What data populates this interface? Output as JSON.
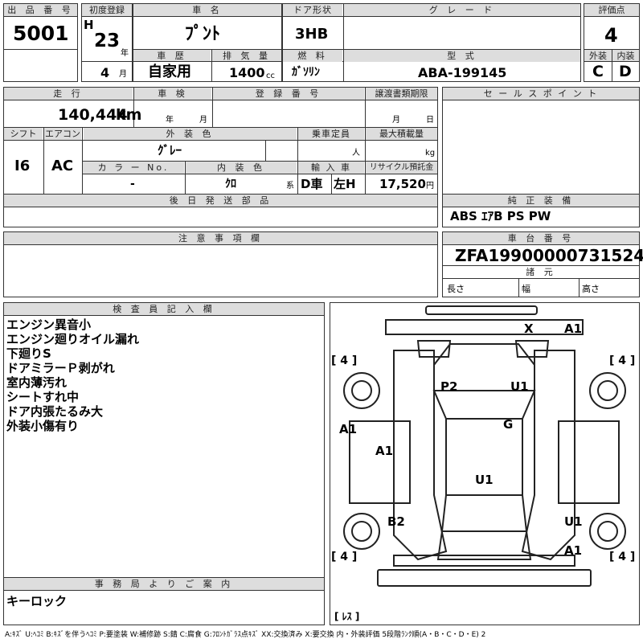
{
  "header": {
    "lot_no_label": "出 品 番 号",
    "lot_no": "5001",
    "first_reg_label": "初度登録",
    "era": "H",
    "year": "23",
    "year_unit": "年",
    "month": "4",
    "month_unit": "月",
    "car_name_label": "車 名",
    "car_name": "ﾌﾟﾝﾄ",
    "door_label": "ドア形状",
    "door": "3HB",
    "grade_label": "グ レ ー ド",
    "grade": "",
    "score_label": "評価点",
    "score": "4",
    "history_label": "車 歴",
    "history": "自家用",
    "displacement_label": "排 気 量",
    "displacement": "1400",
    "displacement_unit": "cc",
    "fuel_label": "燃 料",
    "fuel": "ｶﾞｿﾘﾝ",
    "model_label": "型 式",
    "model": "ABA-199145",
    "exterior_label": "外装",
    "exterior": "C",
    "interior_label": "内装",
    "interior": "D"
  },
  "row2": {
    "mileage_label": "走 行",
    "mileage": "140,444",
    "mileage_unit": "km",
    "inspection_label": "車 検",
    "insp_year_unit": "年",
    "insp_month_unit": "月",
    "reg_no_label": "登 録 番 号",
    "transfer_label": "譲渡書類期限",
    "transfer_month_unit": "月",
    "transfer_day_unit": "日",
    "sales_point_label": "セ ー ル ス ポ イ ン ト",
    "shift_label": "シフト",
    "shift": "I6",
    "ac_label": "エアコン",
    "ac": "AC",
    "ext_color_label": "外 装 色",
    "ext_color": "ｸﾞﾚｰ",
    "capacity_label": "乗車定員",
    "capacity_unit": "人",
    "max_load_label": "最大積載量",
    "max_load_unit": "kg",
    "color_no_label": "カ ラ ー No.",
    "color_no": "-",
    "int_color_label": "内 装 色",
    "int_color": "ｸﾛ",
    "int_color_unit": "系",
    "import_label": "輸 入 車",
    "import_d": "D車",
    "import_h": "左H",
    "recycle_label": "リサイクル預託金",
    "recycle": "17,520",
    "recycle_unit": "円"
  },
  "later_parts_label": "後 日 発 送 部 品",
  "genuine_label": "純 正 装 備",
  "genuine": "ABS ｴｱB PS PW",
  "notes_label": "注 意 事 項 欄",
  "chassis_label": "車 台 番 号",
  "chassis": "ZFA19900000731524",
  "specs_label": "諸 元",
  "length_label": "長さ",
  "width_label": "幅",
  "height_label": "高さ",
  "inspector_label": "検 査 員 記 入 欄",
  "remarks": [
    "エンジン異音小",
    "エンジン廻りオイル漏れ",
    "下廻りS",
    "ドアミラーＰ剥がれ",
    "室内薄汚れ",
    "シートすれ中",
    "ドア内張たるみ大",
    "外装小傷有り"
  ],
  "office_label": "事 務 局 よ り ご 案 内",
  "office_note": "キーロック",
  "diagram": {
    "marks": {
      "x": "X",
      "a1_top": "A1",
      "p2": "P2",
      "u1_roof": "U1",
      "g": "G",
      "a1_left": "A1",
      "a1_door": "A1",
      "u1_center": "U1",
      "b2": "B2",
      "u1_rear": "U1",
      "a1_rear": "A1"
    },
    "tire_fl": "[ 4 ]",
    "tire_fr": "[ 4 ]",
    "tire_rl": "[ 4 ]",
    "tire_rr": "[ 4 ]",
    "spare": "[ ﾚｽ ]"
  },
  "legend": "A:ｷｽﾞ U:ﾍｺﾐ B:ｷｽﾞを伴うﾍｺﾐ P:要塗装 W:補修跡 S:錆 C:腐食 G:ﾌﾛﾝﾄｶﾞﾗｽ点ｷｽﾞ XX:交換済み X:要交換 内・外装評価 5段階ﾗﾝｸ順(A・B・C・D・E) 2"
}
